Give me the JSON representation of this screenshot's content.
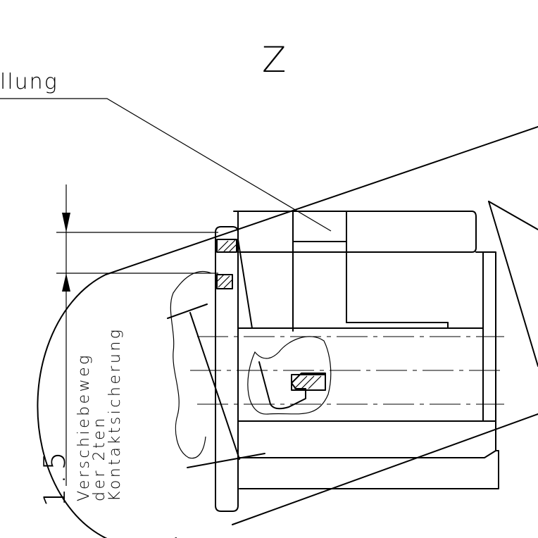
{
  "view_label": "Z",
  "leader_label": "llung",
  "dimension": {
    "value": "1.5",
    "note_line1": "Verschiebeweg",
    "note_line2": "der 2ten",
    "note_line3": "Kontaktsicherung"
  }
}
